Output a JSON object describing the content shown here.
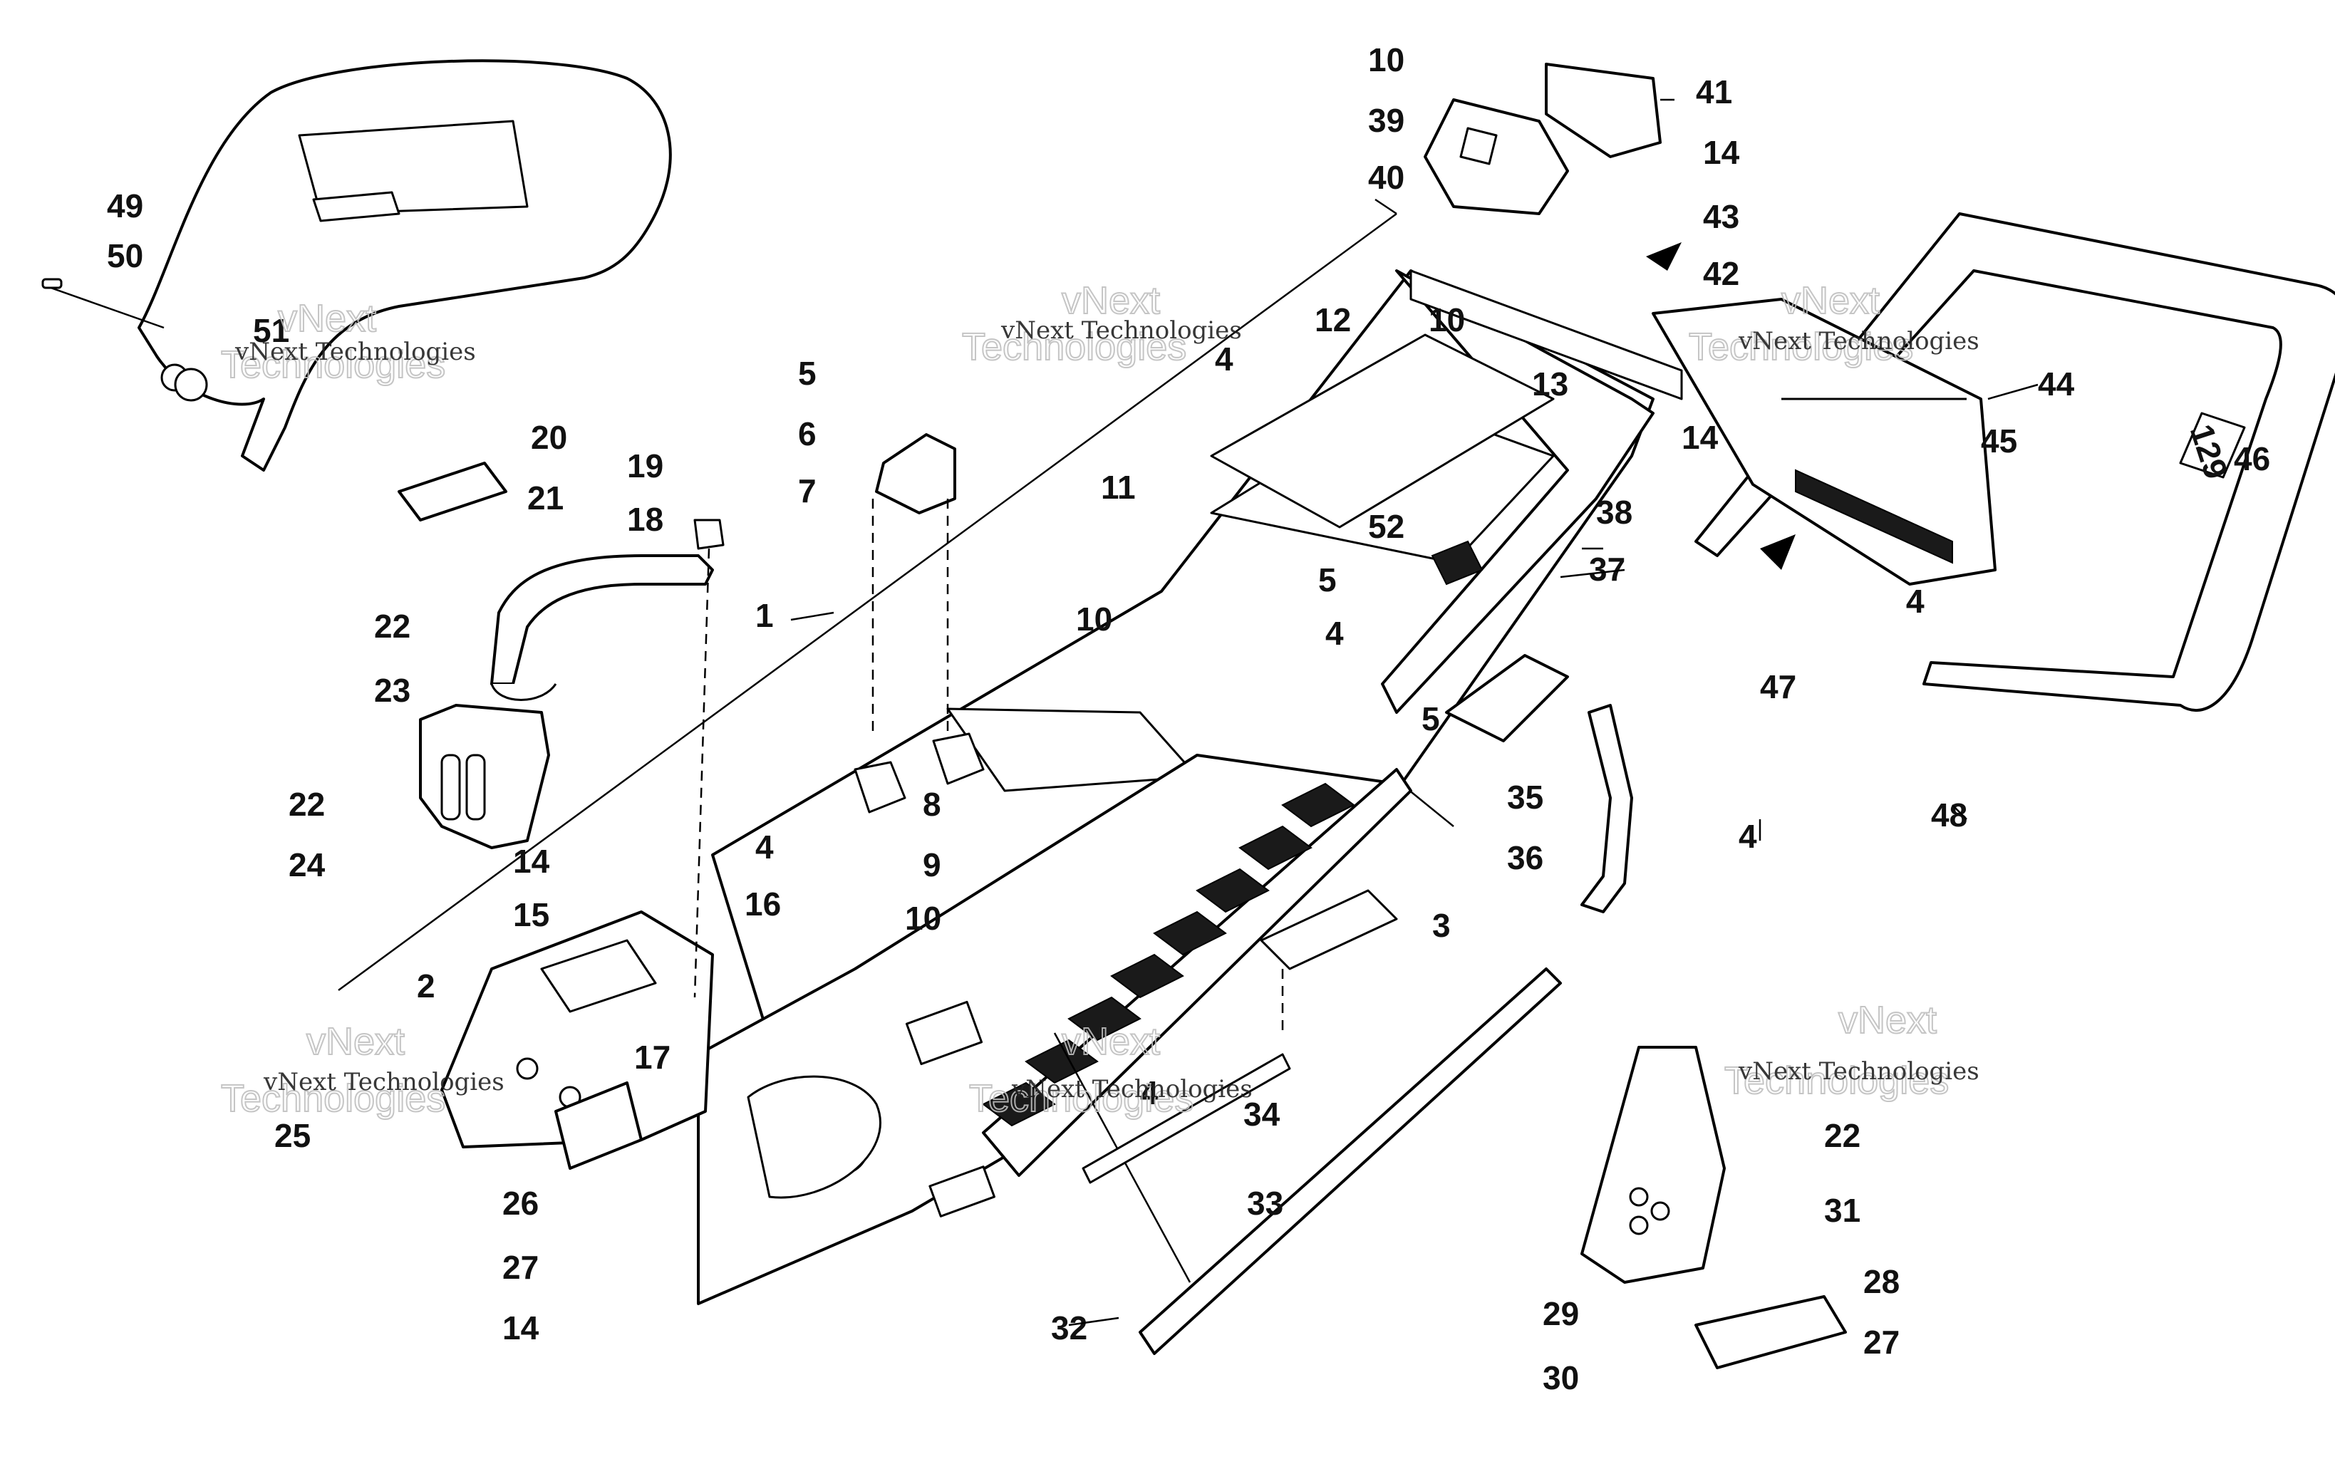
{
  "watermarks": [
    {
      "big": "vNext",
      "big2": "Technologies",
      "small": "vNext Technologies"
    },
    {
      "big": "vNext",
      "big2": "Technologies",
      "small": "vNext Technologies"
    },
    {
      "big": "vNext",
      "big2": "Technologies",
      "small": "vNext Technologies"
    },
    {
      "big": "vNext",
      "big2": "Technologies",
      "small": "vNext Technologies"
    },
    {
      "big": "vNext",
      "big2": "Technologies",
      "small": "vNext Technologies"
    },
    {
      "big": "vNext",
      "big2": "Technologies",
      "small": "vNext Technologies"
    }
  ],
  "decal_text": "129",
  "callouts": [
    {
      "num": "1"
    },
    {
      "num": "2"
    },
    {
      "num": "3"
    },
    {
      "num": "4"
    },
    {
      "num": "4"
    },
    {
      "num": "4"
    },
    {
      "num": "4"
    },
    {
      "num": "4"
    },
    {
      "num": "4"
    },
    {
      "num": "4"
    },
    {
      "num": "5"
    },
    {
      "num": "5"
    },
    {
      "num": "5"
    },
    {
      "num": "6"
    },
    {
      "num": "7"
    },
    {
      "num": "8"
    },
    {
      "num": "9"
    },
    {
      "num": "10"
    },
    {
      "num": "10"
    },
    {
      "num": "10"
    },
    {
      "num": "10"
    },
    {
      "num": "11"
    },
    {
      "num": "12"
    },
    {
      "num": "13"
    },
    {
      "num": "14"
    },
    {
      "num": "14"
    },
    {
      "num": "14"
    },
    {
      "num": "14"
    },
    {
      "num": "15"
    },
    {
      "num": "16"
    },
    {
      "num": "17"
    },
    {
      "num": "18"
    },
    {
      "num": "19"
    },
    {
      "num": "20"
    },
    {
      "num": "21"
    },
    {
      "num": "22"
    },
    {
      "num": "22"
    },
    {
      "num": "22"
    },
    {
      "num": "23"
    },
    {
      "num": "24"
    },
    {
      "num": "25"
    },
    {
      "num": "26"
    },
    {
      "num": "27"
    },
    {
      "num": "27"
    },
    {
      "num": "28"
    },
    {
      "num": "29"
    },
    {
      "num": "30"
    },
    {
      "num": "31"
    },
    {
      "num": "32"
    },
    {
      "num": "33"
    },
    {
      "num": "34"
    },
    {
      "num": "35"
    },
    {
      "num": "36"
    },
    {
      "num": "37"
    },
    {
      "num": "38"
    },
    {
      "num": "39"
    },
    {
      "num": "40"
    },
    {
      "num": "41"
    },
    {
      "num": "42"
    },
    {
      "num": "43"
    },
    {
      "num": "44"
    },
    {
      "num": "45"
    },
    {
      "num": "46"
    },
    {
      "num": "47"
    },
    {
      "num": "48"
    },
    {
      "num": "49"
    },
    {
      "num": "50"
    },
    {
      "num": "51"
    },
    {
      "num": "52"
    }
  ]
}
